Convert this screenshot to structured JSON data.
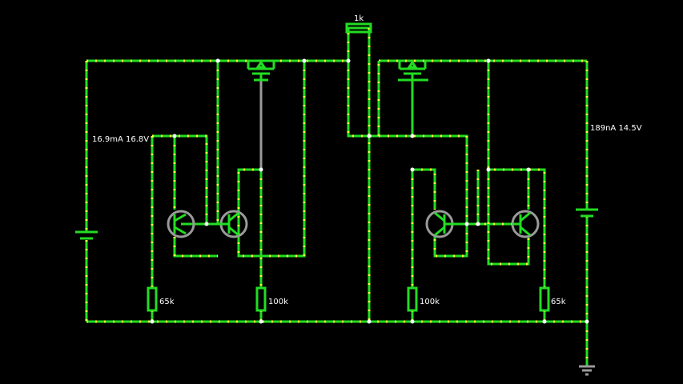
{
  "labels": {
    "r_top": "1k",
    "r_left_bottom": "65k",
    "r_mid_left": "100k",
    "r_mid_right": "100k",
    "r_right_bottom": "65k",
    "src_left_readout": "16.9mA 16.8V",
    "src_right_readout": "189nA 14.5V"
  },
  "colors": {
    "wire": "#22dd22",
    "current_dots": "#ffff33",
    "inactive_wire": "#9a9a9a",
    "node": "#ffffff",
    "background": "#000000"
  },
  "icons": {
    "transistor": "npn-transistor-icon",
    "mosfet": "mosfet-icon",
    "resistor": "resistor-icon",
    "battery": "battery-icon",
    "ground": "ground-icon"
  }
}
